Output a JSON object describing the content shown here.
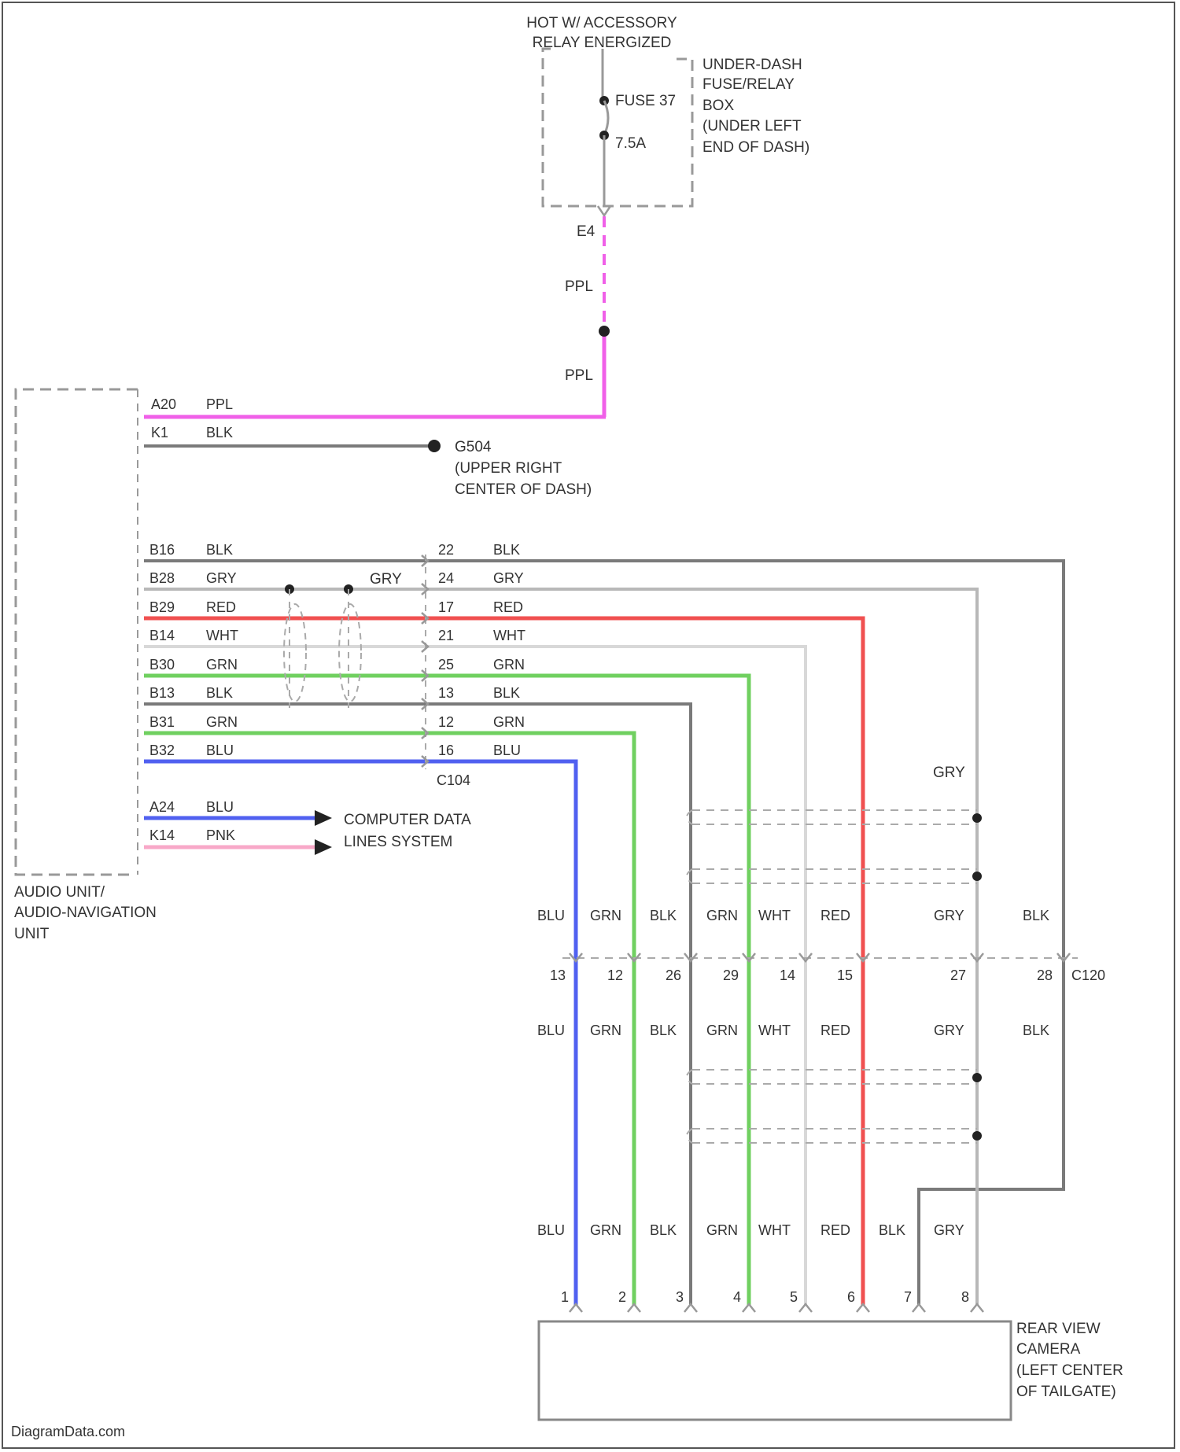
{
  "power": {
    "header_line1": "HOT W/ ACCESSORY",
    "header_line2": "RELAY ENERGIZED",
    "fuse_name": "FUSE 37",
    "fuse_rating": "7.5A",
    "box_line1": "UNDER-DASH",
    "box_line2": "FUSE/RELAY",
    "box_line3": "BOX",
    "box_line4": "(UNDER LEFT",
    "box_line5": "END OF DASH)",
    "terminal": "E4",
    "wire_upper": "PPL",
    "wire_lower": "PPL"
  },
  "audio_unit": {
    "name_line1": "AUDIO UNIT/",
    "name_line2": "AUDIO-NAVIGATION",
    "name_line3": "UNIT",
    "top_pins": [
      {
        "pin": "A20",
        "color_label": "PPL"
      },
      {
        "pin": "K1",
        "color_label": "BLK"
      }
    ],
    "signal_pins": [
      {
        "pin": "B16",
        "color_label": "BLK"
      },
      {
        "pin": "B28",
        "color_label": "GRY"
      },
      {
        "pin": "B29",
        "color_label": "RED"
      },
      {
        "pin": "B14",
        "color_label": "WHT"
      },
      {
        "pin": "B30",
        "color_label": "GRN"
      },
      {
        "pin": "B13",
        "color_label": "BLK"
      },
      {
        "pin": "B31",
        "color_label": "GRN"
      },
      {
        "pin": "B32",
        "color_label": "BLU"
      }
    ],
    "data_pins": [
      {
        "pin": "A24",
        "color_label": "BLU"
      },
      {
        "pin": "K14",
        "color_label": "PNK"
      }
    ]
  },
  "ground": {
    "name": "G504",
    "line1": "(UPPER RIGHT",
    "line2": "CENTER OF DASH)"
  },
  "shield_label": "GRY",
  "c104": {
    "name": "C104",
    "pins": [
      {
        "pin": "22",
        "color_label": "BLK"
      },
      {
        "pin": "24",
        "color_label": "GRY"
      },
      {
        "pin": "17",
        "color_label": "RED"
      },
      {
        "pin": "21",
        "color_label": "WHT"
      },
      {
        "pin": "25",
        "color_label": "GRN"
      },
      {
        "pin": "13",
        "color_label": "BLK"
      },
      {
        "pin": "12",
        "color_label": "GRN"
      },
      {
        "pin": "16",
        "color_label": "BLU"
      }
    ]
  },
  "computer_data": {
    "line1": "COMPUTER DATA",
    "line2": "LINES SYSTEM"
  },
  "c120": {
    "name": "C120",
    "top_label": "GRY",
    "wires": [
      {
        "upper_label": "BLU",
        "pin": "13",
        "lower_label": "BLU"
      },
      {
        "upper_label": "GRN",
        "pin": "12",
        "lower_label": "GRN"
      },
      {
        "upper_label": "BLK",
        "pin": "26",
        "lower_label": "BLK"
      },
      {
        "upper_label": "GRN",
        "pin": "29",
        "lower_label": "GRN"
      },
      {
        "upper_label": "WHT",
        "pin": "14",
        "lower_label": "WHT"
      },
      {
        "upper_label": "RED",
        "pin": "15",
        "lower_label": "RED"
      },
      {
        "upper_label": "GRY",
        "pin": "27",
        "lower_label": "GRY"
      },
      {
        "upper_label": "BLK",
        "pin": "28",
        "lower_label": "BLK"
      }
    ]
  },
  "camera": {
    "line1": "REAR VIEW",
    "line2": "CAMERA",
    "line3": "(LEFT CENTER",
    "line4": "OF TAILGATE)",
    "pins": [
      {
        "pin": "1",
        "color_label": "BLU"
      },
      {
        "pin": "2",
        "color_label": "GRN"
      },
      {
        "pin": "3",
        "color_label": "BLK"
      },
      {
        "pin": "4",
        "color_label": "GRN"
      },
      {
        "pin": "5",
        "color_label": "WHT"
      },
      {
        "pin": "6",
        "color_label": "RED"
      },
      {
        "pin": "7",
        "color_label": "BLK"
      },
      {
        "pin": "8",
        "color_label": "GRY"
      }
    ]
  },
  "watermark": "DiagramData.com",
  "colors": {
    "ppl": "#f060e8",
    "blk": "#7a7a7a",
    "gry": "#b8b8b8",
    "red": "#f05050",
    "wht": "#d0d0d0",
    "grn": "#70d060",
    "blu": "#5060f0",
    "pnk": "#f8a8c8"
  }
}
